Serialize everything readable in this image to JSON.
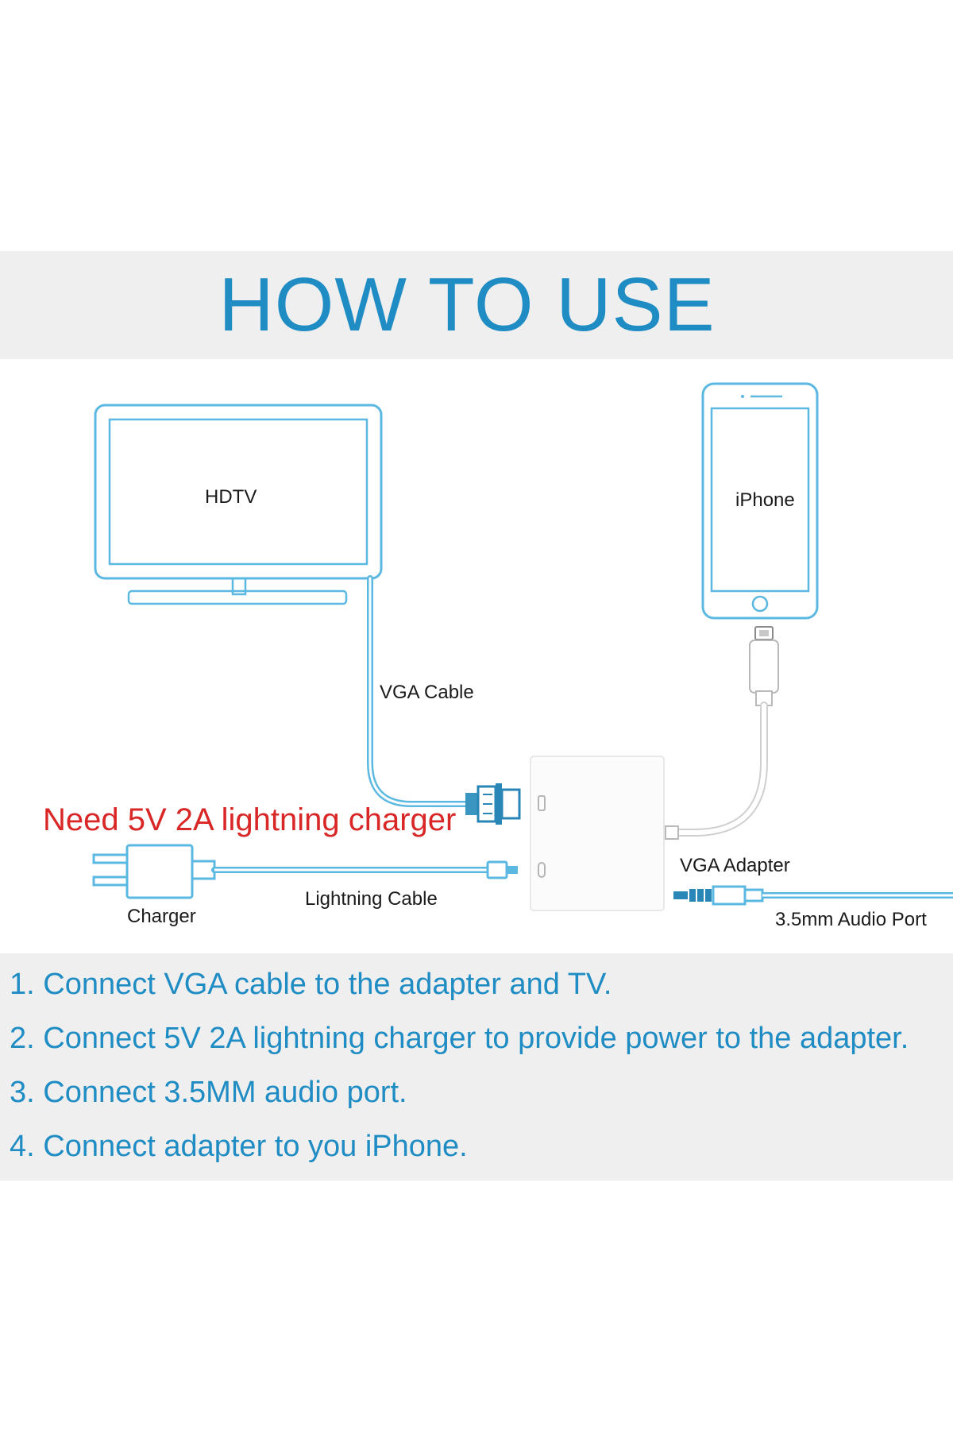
{
  "title": "HOW TO USE",
  "diagram": {
    "tv_label": "HDTV",
    "phone_label": "iPhone",
    "vga_cable_label": "VGA Cable",
    "adapter_label": "VGA Adapter",
    "charger_label": "Charger",
    "lightning_cable_label": "Lightning Cable",
    "audio_port_label": "3.5mm Audio Port",
    "warning": "Need 5V 2A lightning charger"
  },
  "steps": [
    "1. Connect VGA cable to the adapter and TV.",
    "2. Connect 5V 2A lightning charger to provide power to the adapter.",
    "3. Connect 3.5MM audio port.",
    "4. Connect adapter to you iPhone."
  ],
  "colors": {
    "accent": "#1f8cc4",
    "line": "#5bb8e0",
    "warning": "#d92626",
    "band": "#efefef"
  }
}
